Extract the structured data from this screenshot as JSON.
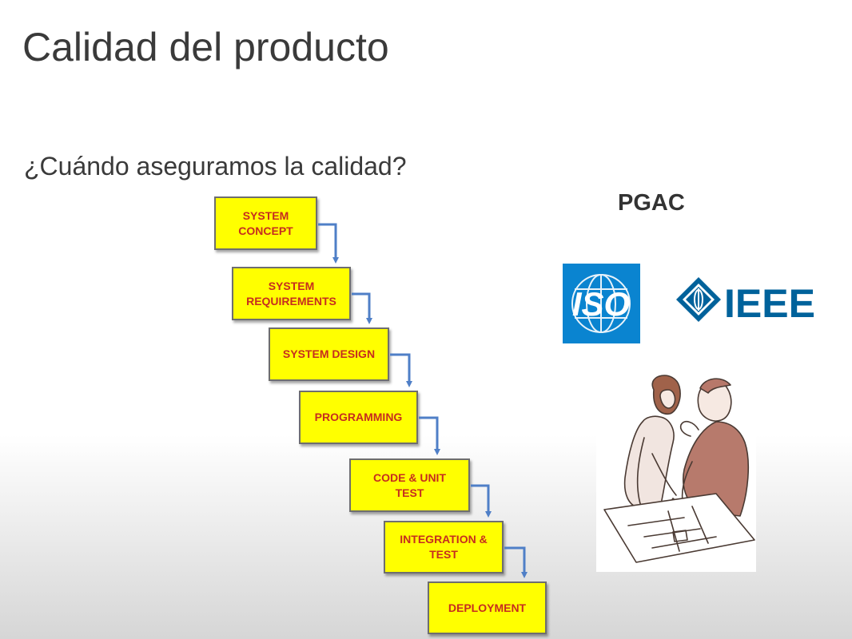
{
  "slide": {
    "title": "Calidad del producto",
    "subtitle": "¿Cuándo aseguramos la calidad?",
    "pgac": "PGAC"
  },
  "waterfall": {
    "box_color": "#ffff00",
    "text_color": "#c62d1f",
    "arrow_color": "#4f7fc7",
    "steps": [
      "SYSTEM\nCONCEPT",
      "SYSTEM\nREQUIREMENTS",
      "SYSTEM DESIGN",
      "PROGRAMMING",
      "CODE & UNIT\nTEST",
      "INTEGRATION &\nTEST",
      "DEPLOYMENT"
    ]
  },
  "logos": {
    "iso": {
      "text": "ISO",
      "color": "#0a84d0"
    },
    "ieee": {
      "text": "IEEE",
      "color": "#00629b"
    }
  },
  "illustration": {
    "icon": "two-people-planning-illustration"
  }
}
